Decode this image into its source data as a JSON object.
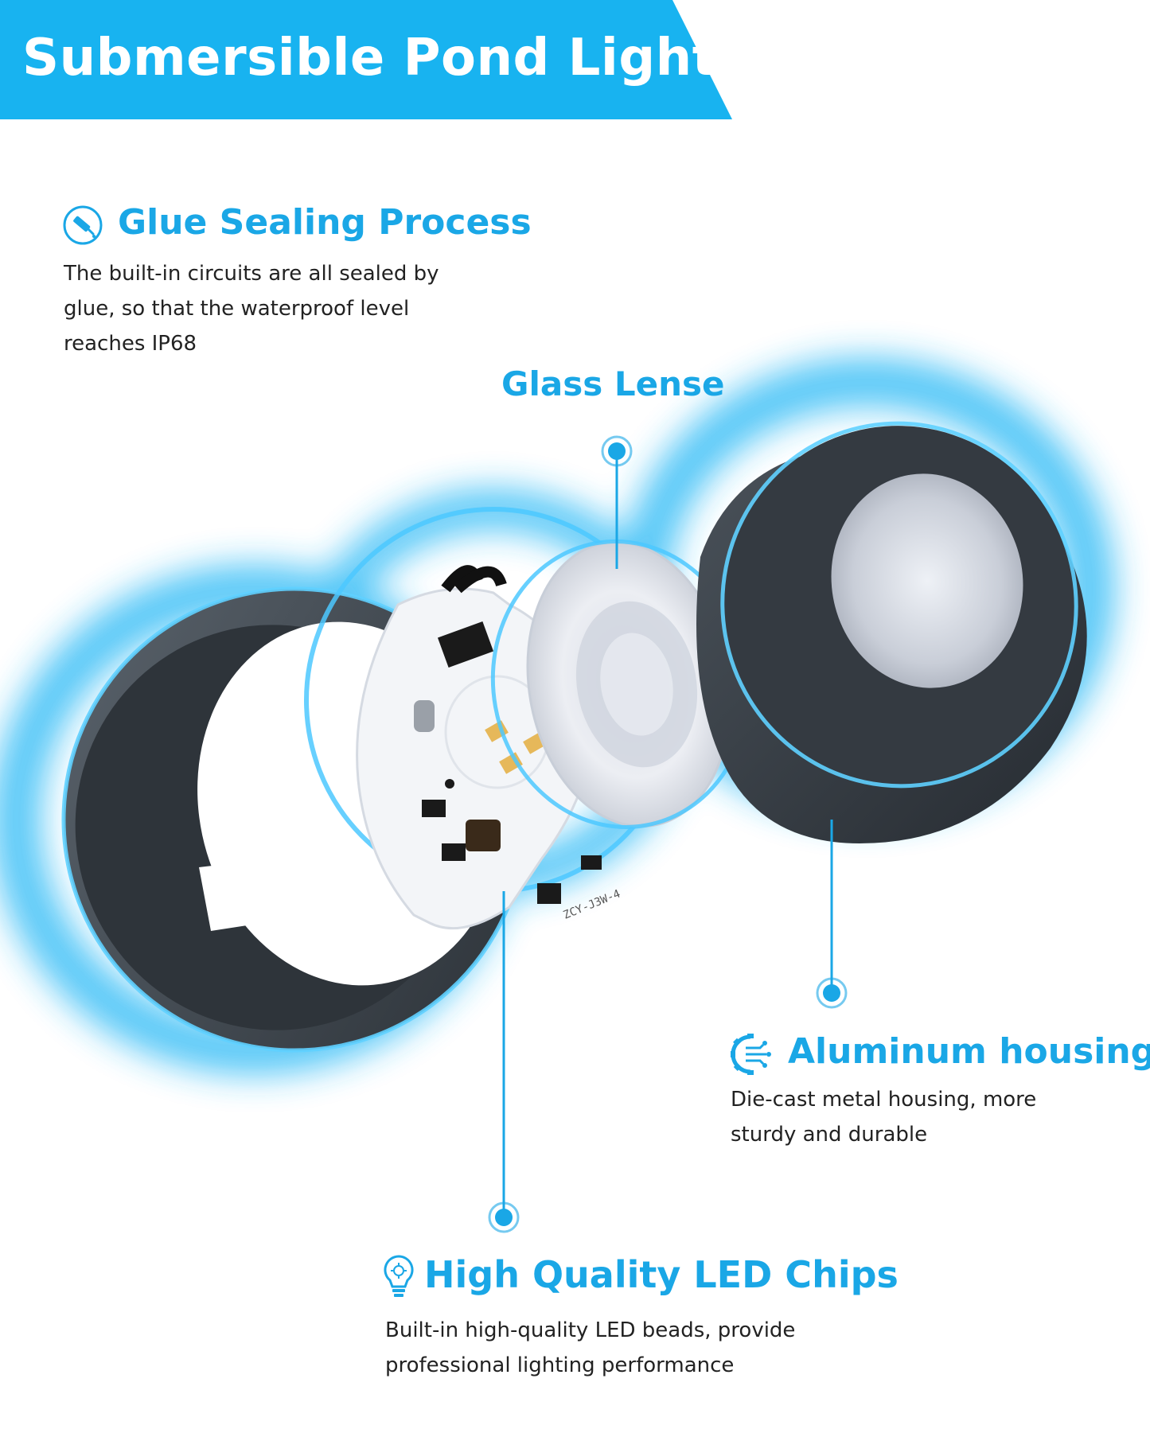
{
  "banner": {
    "title": "Submersible Pond Lights"
  },
  "features": {
    "glue": {
      "title": "Glue Sealing Process",
      "icon": "glue-tube-icon",
      "lines": [
        "The built-in circuits are all sealed by",
        "glue, so that the waterproof level",
        "reaches IP68"
      ]
    },
    "lens": {
      "title": "Glass Lense"
    },
    "housing": {
      "title": "Aluminum housing",
      "icon": "circuit-gear-icon",
      "lines": [
        "Die-cast metal housing, more",
        "sturdy and durable"
      ]
    },
    "led": {
      "title": "High Quality LED Chips",
      "icon": "light-bulb-icon",
      "lines": [
        "Built-in high-quality LED beads, provide",
        "professional lighting performance"
      ]
    }
  },
  "pcb": {
    "model": "ZCY-J3W-4"
  },
  "colors": {
    "accent": "#1aa7e6",
    "banner": "#18b3f0",
    "glow": "#27b8f5",
    "housing": "#3a4148",
    "text": "#222222"
  }
}
